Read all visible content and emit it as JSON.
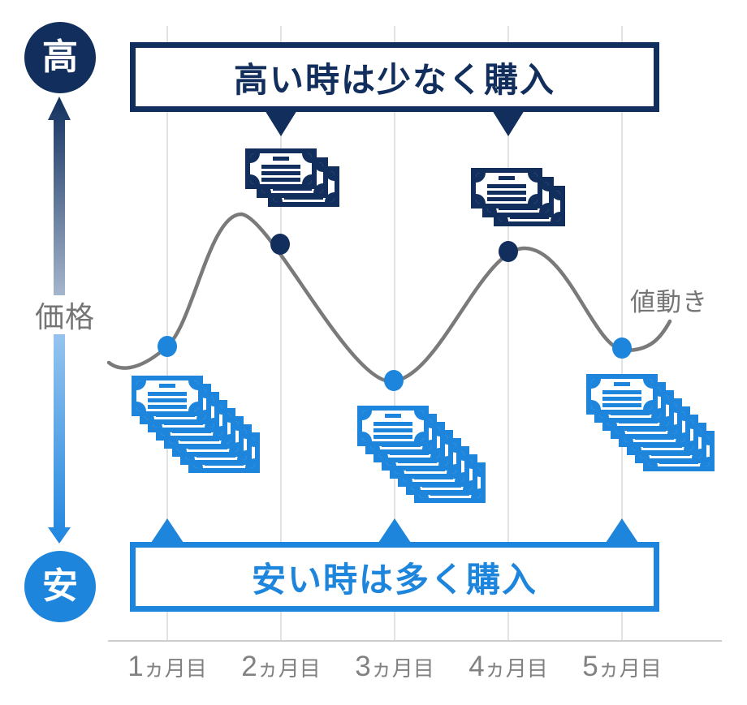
{
  "colors": {
    "navy": "#112e5d",
    "blue": "#1e85dc",
    "curve_gray": "#7a7a7a",
    "label_gray": "#757575",
    "grid_gray": "#e2e2e2",
    "baseline_gray": "#cdcdcd",
    "month_label_gray": "#818181",
    "banner_bg": "#ffffff"
  },
  "axis": {
    "price_label": "価格",
    "high_label": "高",
    "low_label": "安"
  },
  "banners": {
    "top": {
      "label": "高い時は少なく購入"
    },
    "bottom": {
      "label": "安い時は多く購入"
    }
  },
  "curve_label": "値動き",
  "months": [
    {
      "num": "1",
      "suffix": "ヵ月目"
    },
    {
      "num": "2",
      "suffix": "ヵ月目"
    },
    {
      "num": "3",
      "suffix": "ヵ月目"
    },
    {
      "num": "4",
      "suffix": "ヵ月目"
    },
    {
      "num": "5",
      "suffix": "ヵ月目"
    }
  ],
  "purchases": [
    {
      "month": "1ヵ月目",
      "price_level": "low",
      "banknote_count": 8
    },
    {
      "month": "2ヵ月目",
      "price_level": "high",
      "banknote_count": 3
    },
    {
      "month": "3ヵ月目",
      "price_level": "low",
      "banknote_count": 8
    },
    {
      "month": "4ヵ月目",
      "price_level": "high",
      "banknote_count": 3
    },
    {
      "month": "5ヵ月目",
      "price_level": "low",
      "banknote_count": 8
    }
  ]
}
